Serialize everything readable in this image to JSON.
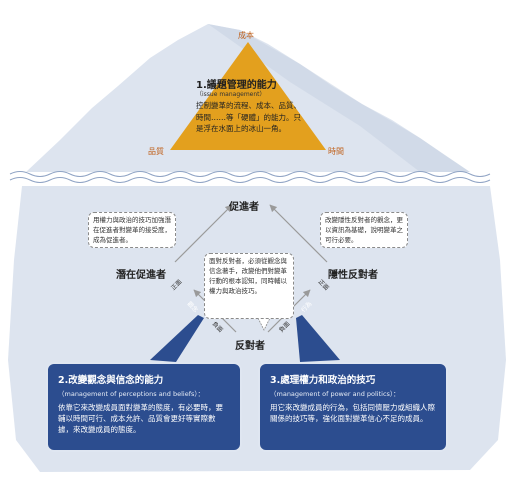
{
  "triangle": {
    "top_label": "成本",
    "left_label": "品質",
    "right_label": "時間",
    "title": "1.議題管理的能力",
    "subtitle": "（issue management）",
    "body": "控制變革的流程、成本、品質、時間……等「硬體」的能力。只是浮在水面上的冰山一角。",
    "fill_color": "#e3a01e"
  },
  "nodes": {
    "promoter": "促進者",
    "potential_promoter": "潛在促進者",
    "hidden_opponent": "隱性反對者",
    "opponent": "反對者"
  },
  "arrow_labels": {
    "left_up": "正面",
    "right_up": "正面",
    "left_down_1": "觀念",
    "left_down_2": "負面",
    "right_down_1": "行為",
    "right_down_2": "負面"
  },
  "notes": {
    "left": "用權力與政治的技巧加強潛在促進者對變革的接受度，成為促進者。",
    "right": "改變隱性反對者的觀念，更以資訊為基礎，說明變革之可行必要。",
    "center": "面對反對者，必須從觀念與信念著手，改變他們對變革行動的根本認知，同時輔以權力與政治技巧。"
  },
  "box_left": {
    "title": "2.改變觀念與信念的能力",
    "subtitle": "（management of perceptions and beliefs）：",
    "body": "依靠它來改變成員面對變革的態度，有必要時，要輔以時間可行、成本允許、品質會更好等實際數據，來改變成員的態度。"
  },
  "box_right": {
    "title": "3.處理權力和政治的技巧",
    "subtitle": "（management of power and politics）：",
    "body": "用它來改變成員的行為，包括同儕壓力或組織人際關係的技巧等，強化面對變革信心不足的成員。"
  },
  "colors": {
    "iceberg": "#dde4ef",
    "iceberg_shade": "#c9d3e3",
    "triangle": "#e3a01e",
    "box": "#2c4d8f",
    "arrow": "#9a9a9a"
  }
}
